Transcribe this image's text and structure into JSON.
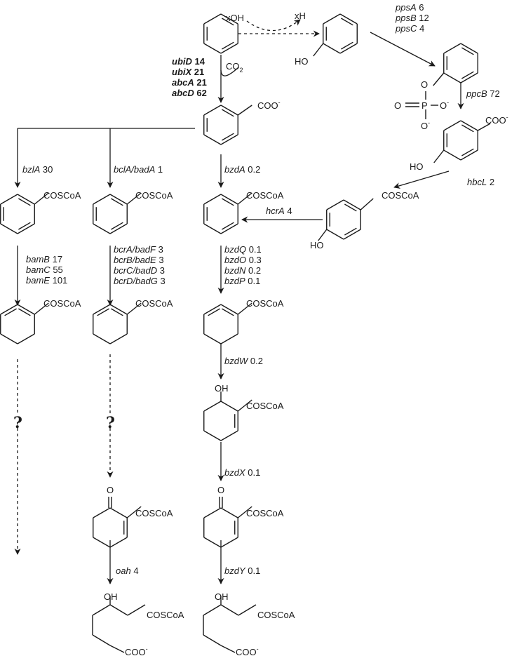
{
  "colors": {
    "black": "#1a1a1a",
    "red": "#e03a1f",
    "green": "#2f9a2a",
    "blue": "#2e5fd6"
  },
  "labels": {
    "xoh": "xOH",
    "xh": "xH",
    "ho": "HO",
    "oh": "OH",
    "o": "O",
    "p": "P",
    "o_minus": "O",
    "minus": "-",
    "co2": "CO",
    "co2_sub": "2",
    "coo": "COO",
    "coscoa": "COSCoA",
    "question": "?"
  },
  "genes": {
    "ppsA": {
      "name": "ppsA",
      "value": "6"
    },
    "ppsB": {
      "name": "ppsB",
      "value": "12"
    },
    "ppsC": {
      "name": "ppsC",
      "value": "4"
    },
    "ppcB": {
      "name": "ppcB",
      "value": "72"
    },
    "hbcL": {
      "name": "hbcL",
      "value": "2"
    },
    "hcrA": {
      "name": "hcrA",
      "value": "4"
    },
    "ubiD": {
      "name": "ubiD",
      "value": "14"
    },
    "ubiX": {
      "name": "ubiX",
      "value": "21"
    },
    "abcA": {
      "name": "abcA",
      "value": "21"
    },
    "abcD": {
      "name": "abcD",
      "value": "62"
    },
    "bzlA": {
      "name": "bzlA",
      "value": "30"
    },
    "bclA": {
      "name": "bclA/badA",
      "value": "1"
    },
    "bzdA": {
      "name": "bzdA",
      "value": "0.2"
    },
    "bamB": {
      "name": "bamB",
      "value": "17"
    },
    "bamC": {
      "name": "bamC",
      "value": "55"
    },
    "bamE": {
      "name": "bamE",
      "value": "101"
    },
    "bcrA": {
      "name": "bcrA/badF",
      "value": "3"
    },
    "bcrB": {
      "name": "bcrB/badE",
      "value": "3"
    },
    "bcrC": {
      "name": "bcrC/badD",
      "value": "3"
    },
    "bcrD": {
      "name": "bcrD/badG",
      "value": "3"
    },
    "bzdQ": {
      "name": "bzdQ",
      "value": "0.1"
    },
    "bzdO": {
      "name": "bzdO",
      "value": "0.3"
    },
    "bzdN": {
      "name": "bzdN",
      "value": "0.2"
    },
    "bzdP": {
      "name": "bzdP",
      "value": "0.1"
    },
    "bzdW": {
      "name": "bzdW",
      "value": "0.2"
    },
    "bzdX": {
      "name": "bzdX",
      "value": "0.1"
    },
    "bzdY": {
      "name": "bzdY",
      "value": "0.1"
    },
    "oah": {
      "name": "oah",
      "value": "4"
    }
  }
}
